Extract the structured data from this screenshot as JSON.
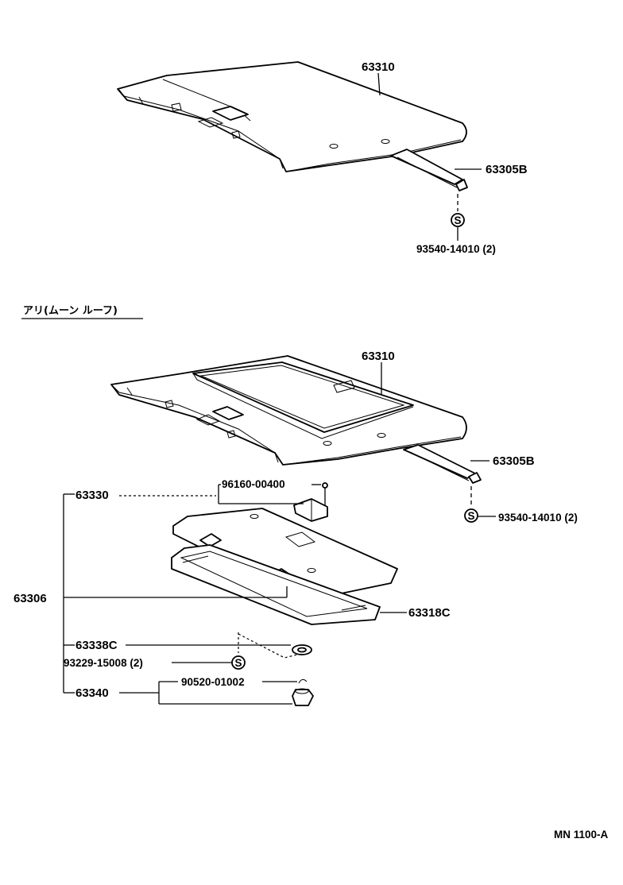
{
  "upper": {
    "label_headlining": "63310",
    "label_holder": "63305B",
    "label_screw": "93540-14010 (2)",
    "screw_symbol": "S"
  },
  "section_note": "アリ(ムーン ルーフ)",
  "lower": {
    "label_headlining": "63310",
    "label_holder": "63305B",
    "label_screw": "93540-14010 (2)",
    "label_sunshade_assy": "63330",
    "label_pin": "96160-00400",
    "label_sunshade": "63306",
    "label_garnish": "63318C",
    "label_cover": "63338C",
    "label_screw2": "93229-15008 (2)",
    "label_knob_assy": "63340",
    "label_clip": "90520-01002",
    "screw_symbol": "S"
  },
  "catalog_code": "MN 1100-A"
}
